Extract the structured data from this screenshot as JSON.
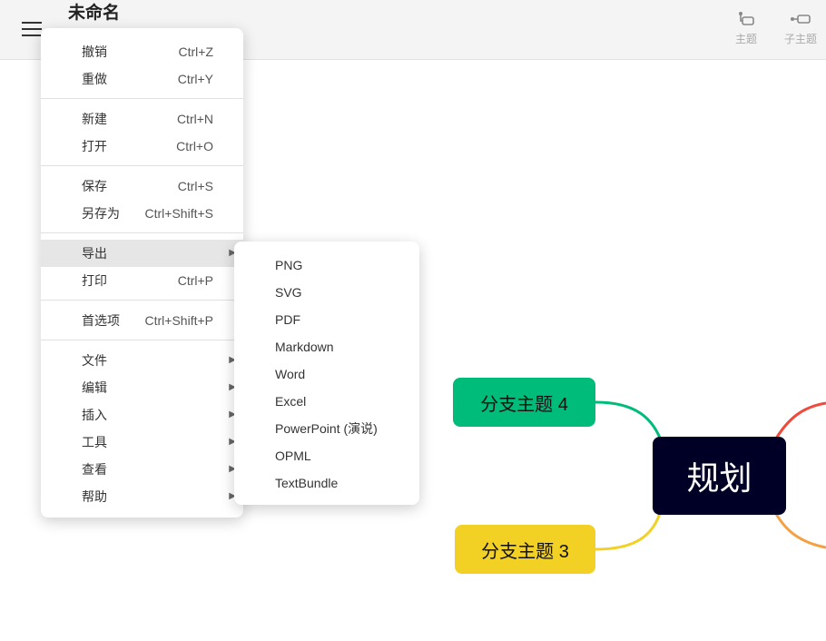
{
  "header": {
    "title": "未命名",
    "topic_label": "主题",
    "subtopic_label": "子主题"
  },
  "menu": {
    "groups": [
      [
        {
          "label": "撤销",
          "shortcut": "Ctrl+Z"
        },
        {
          "label": "重做",
          "shortcut": "Ctrl+Y"
        }
      ],
      [
        {
          "label": "新建",
          "shortcut": "Ctrl+N"
        },
        {
          "label": "打开",
          "shortcut": "Ctrl+O"
        }
      ],
      [
        {
          "label": "保存",
          "shortcut": "Ctrl+S"
        },
        {
          "label": "另存为",
          "shortcut": "Ctrl+Shift+S"
        }
      ],
      [
        {
          "label": "导出",
          "shortcut": ""
        },
        {
          "label": "打印",
          "shortcut": "Ctrl+P"
        }
      ],
      [
        {
          "label": "首选项",
          "shortcut": "Ctrl+Shift+P"
        }
      ],
      [
        {
          "label": "文件"
        },
        {
          "label": "编辑"
        },
        {
          "label": "插入"
        },
        {
          "label": "工具"
        },
        {
          "label": "查看"
        },
        {
          "label": "帮助"
        }
      ]
    ]
  },
  "export_submenu": [
    "PNG",
    "SVG",
    "PDF",
    "Markdown",
    "Word",
    "Excel",
    "PowerPoint (演说)",
    "OPML",
    "TextBundle"
  ],
  "mindmap": {
    "central": "规划",
    "branch4": "分支主题 4",
    "branch3": "分支主题 3",
    "colors": {
      "central": "#000026",
      "branch4": "#00bc7b",
      "branch3": "#f2d024",
      "red": "#ef4a3c",
      "orange": "#f4a043"
    }
  }
}
